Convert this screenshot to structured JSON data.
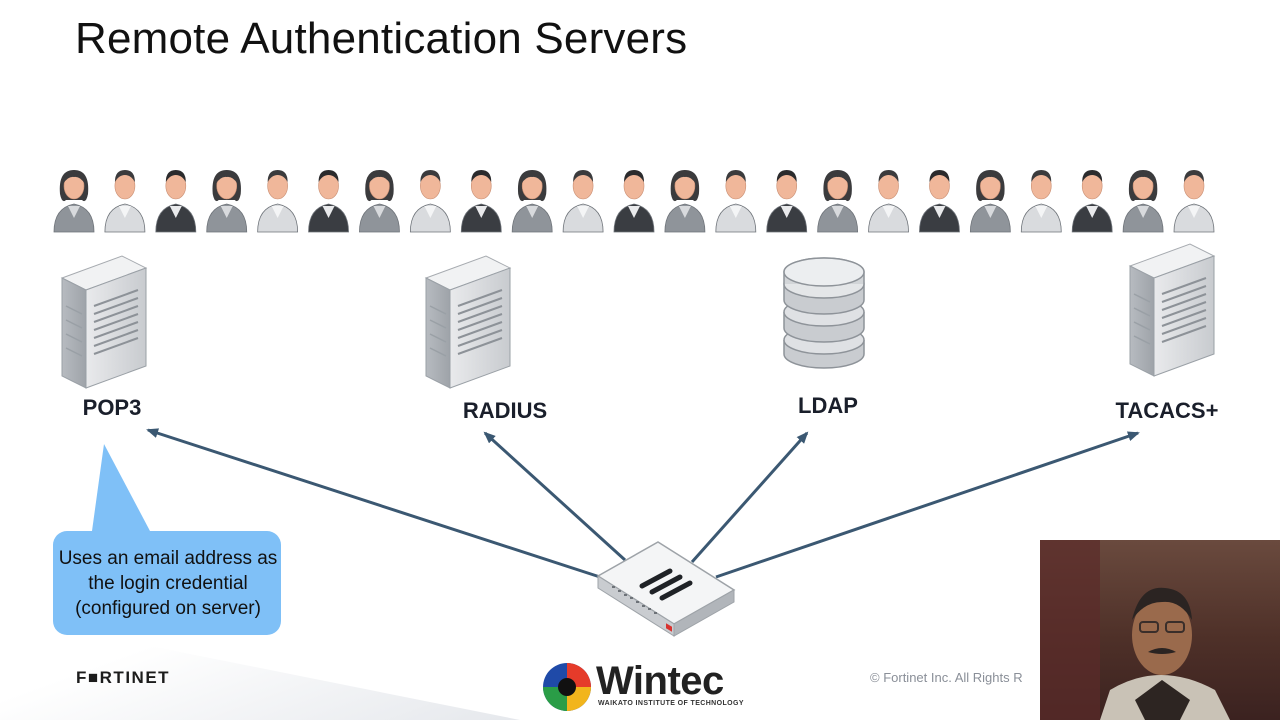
{
  "slide": {
    "title": "Remote Authentication Servers",
    "copyright": "© Fortinet Inc. All Rights R"
  },
  "users": {
    "count": 23,
    "pattern": [
      "female-user-icon",
      "male-user-light-icon",
      "male-user-dark-icon"
    ]
  },
  "servers": [
    {
      "id": "pop3",
      "label": "POP3",
      "icon": "server-tower-icon"
    },
    {
      "id": "radius",
      "label": "RADIUS",
      "icon": "server-tower-icon"
    },
    {
      "id": "ldap",
      "label": "LDAP",
      "icon": "database-icon"
    },
    {
      "id": "tacacs",
      "label": "TACACS+",
      "icon": "server-tower-icon"
    }
  ],
  "callout": {
    "text": "Uses an email address as the login credential (configured on server)",
    "color": "#7fc0f7"
  },
  "hub": {
    "icon": "firewall-appliance-icon"
  },
  "branding": {
    "fortinet": "F■RTINET",
    "wintec_name": "Wintec",
    "wintec_tagline": "WAIKATO INSTITUTE OF TECHNOLOGY"
  },
  "colors": {
    "arrow": "#3b5872",
    "server": "#cfd2d6",
    "title": "#111111"
  }
}
